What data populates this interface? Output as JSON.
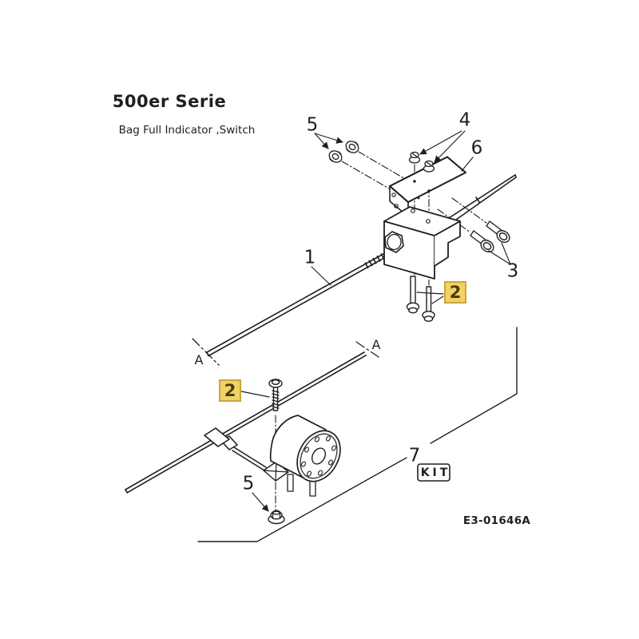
{
  "header": {
    "title": "500er Serie",
    "subtitle": "Bag Full Indicator ,Switch"
  },
  "callouts": [
    {
      "id": "part-5-top",
      "text": "5",
      "highlighted": false
    },
    {
      "id": "part-4",
      "text": "4",
      "highlighted": false
    },
    {
      "id": "part-6",
      "text": "6",
      "highlighted": false
    },
    {
      "id": "part-1",
      "text": "1",
      "highlighted": false
    },
    {
      "id": "part-3",
      "text": "3",
      "highlighted": false
    },
    {
      "id": "part-2-top",
      "text": "2",
      "highlighted": true
    },
    {
      "id": "section-a-left",
      "text": "A",
      "highlighted": false
    },
    {
      "id": "section-a-right",
      "text": "A",
      "highlighted": false
    },
    {
      "id": "part-2-bottom",
      "text": "2",
      "highlighted": true
    },
    {
      "id": "part-7",
      "text": "7",
      "highlighted": false
    },
    {
      "id": "part-5-bottom",
      "text": "5",
      "highlighted": false
    }
  ],
  "kit": {
    "label": "KIT"
  },
  "footer": {
    "drawing_number": "E3-01646A"
  },
  "colors": {
    "ink": "#1f1f1f",
    "background": "#ffffff",
    "highlight_bg": "#f1d264",
    "highlight_border": "#c9a73b",
    "highlight_text": "#4a3c08"
  }
}
